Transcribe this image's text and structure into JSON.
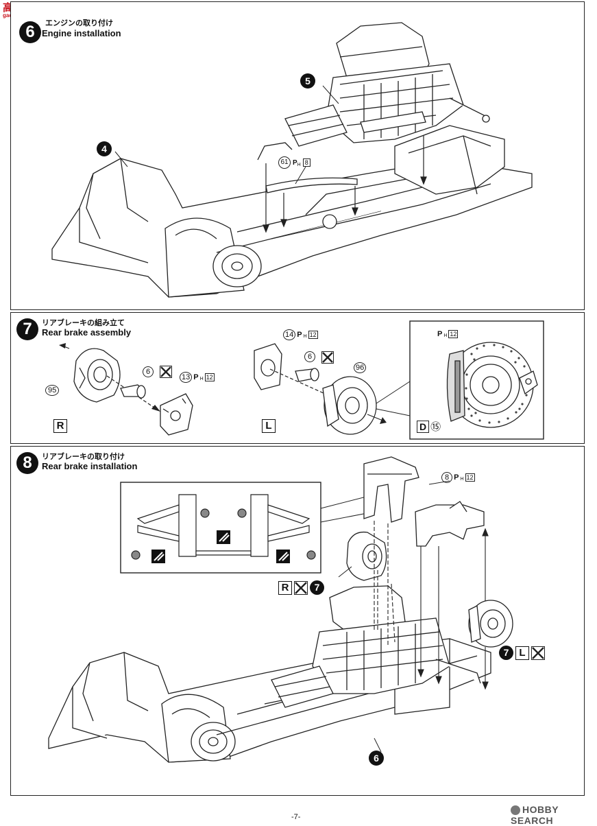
{
  "watermark": {
    "brand": "高玩网",
    "domain": "gaowan.com"
  },
  "step6": {
    "number": "6",
    "title_jp": "エンジンの取り付け",
    "title_en": "Engine installation",
    "callout_sub": "5",
    "callout_chassis": "4",
    "part_rod": "61",
    "ph_ref": "P",
    "ph_sub": "H",
    "ph_num": "8"
  },
  "step7": {
    "number": "7",
    "title_jp": "リアブレーキの組み立て",
    "title_en": "Rear brake assembly",
    "right": {
      "label": "R",
      "disc": "95",
      "pin": "6",
      "caliper": "13",
      "ph_num": "12"
    },
    "left": {
      "label": "L",
      "caliper": "14",
      "pin": "6",
      "disc": "96",
      "ph_num": "12"
    },
    "detail": {
      "ph_num": "12",
      "paint_code": "D",
      "paint_num": "⑮"
    }
  },
  "step8": {
    "number": "8",
    "title_jp": "リアブレーキの取り付け",
    "title_en": "Rear brake installation",
    "frame_part": "8",
    "ph_num": "12",
    "sub_r": "R",
    "sub_ref": "7",
    "sub_l": "L",
    "chassis_callout": "6"
  },
  "footer": {
    "page": "-7-",
    "hobby_search": "HOBBY SEARCH"
  }
}
